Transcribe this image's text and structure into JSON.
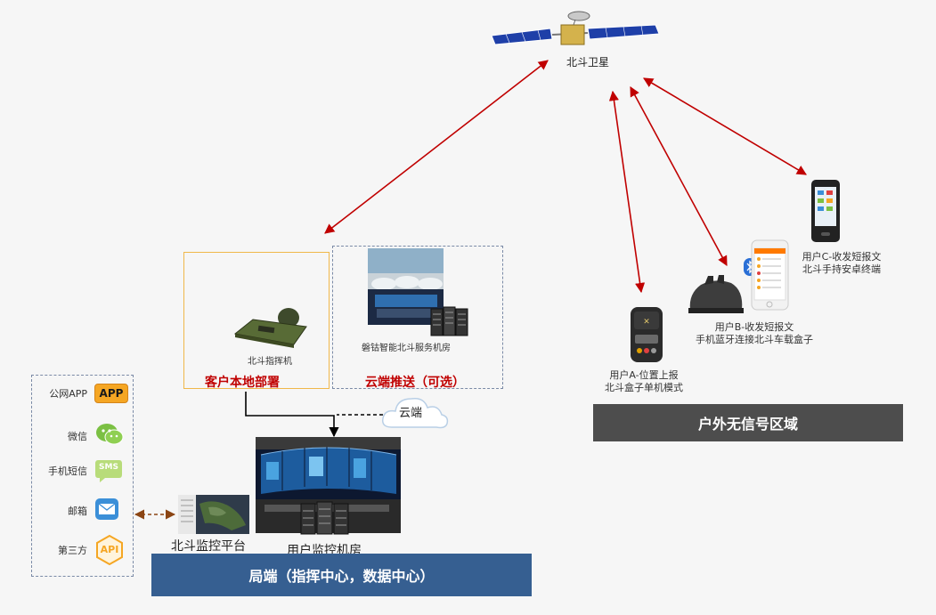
{
  "satellite": {
    "label": "北斗卫星",
    "icon": "satellite-icon"
  },
  "local_deploy": {
    "title": "客户本地部署",
    "device_label": "北斗指挥机",
    "device_icon": "command-terminal-icon"
  },
  "cloud_push": {
    "title": "云端推送（可选）",
    "server_label": "磐钴智能北斗服务机房",
    "cloud_label": "云端",
    "image_icon": "server-room-photo-icon"
  },
  "bureau": {
    "banner": "局端（指挥中心，数据中心）",
    "platform_label": "北斗监控平台",
    "room_label": "用户监控机房"
  },
  "channels": [
    {
      "name": "公网APP",
      "badge": "APP",
      "icon": "app-icon"
    },
    {
      "name": "微信",
      "badge": "",
      "icon": "wechat-icon"
    },
    {
      "name": "手机短信",
      "badge": "SMS",
      "icon": "sms-icon"
    },
    {
      "name": "邮箱",
      "badge": "",
      "icon": "mail-icon"
    },
    {
      "name": "第三方",
      "badge": "API",
      "icon": "api-icon"
    }
  ],
  "outdoor": {
    "banner": "户外无信号区域",
    "user_a": {
      "line1": "用户A-位置上报",
      "line2": "北斗盒子单机模式",
      "icon": "beidou-box-icon"
    },
    "user_b": {
      "line1": "用户B-收发短报文",
      "line2": "手机蓝牙连接北斗车载盒子",
      "icon": "vehicle-box-icon"
    },
    "user_c": {
      "line1": "用户C-收发短报文",
      "line2": "北斗手持安卓终端",
      "icon": "handheld-terminal-icon"
    },
    "bluetooth_icon": "bluetooth-icon"
  },
  "colors": {
    "arrow_red": "#c00000",
    "banner_blue": "#365f91",
    "banner_dark": "#4d4d4d",
    "title_red": "#c00000",
    "app_orange": "#f5a623",
    "wechat_green": "#7bc043",
    "mail_blue": "#3b8fd8"
  }
}
